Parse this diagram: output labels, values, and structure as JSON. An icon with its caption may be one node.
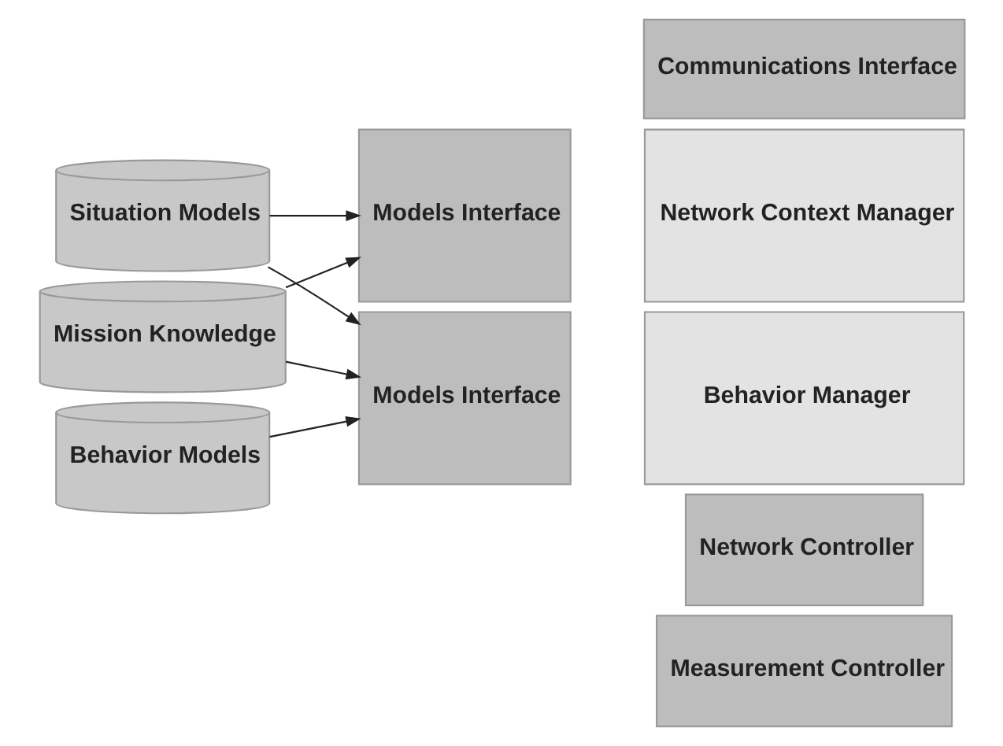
{
  "diagram": {
    "nodes": [
      {
        "text": [
          "Situation Models"
        ]
      },
      {
        "text": [
          "Mission Knowledge"
        ]
      },
      {
        "text": [
          "Behavior Models"
        ]
      },
      {
        "text": [
          "Communications Interface"
        ]
      },
      {
        "text": [
          "Models Interface"
        ]
      },
      {
        "text": [
          "Network Context Manager"
        ]
      },
      {
        "text": [
          "Models Interface"
        ]
      },
      {
        "text": [
          "Behavior Manager"
        ]
      },
      {
        "text": [
          "Network Controller"
        ]
      },
      {
        "text": [
          "Measurement Controller"
        ]
      }
    ],
    "edges": [
      {
        "from": 0,
        "to": 4,
        "arrow": "to"
      },
      {
        "from": 0,
        "to": 6,
        "arrow": "to"
      },
      {
        "from": 1,
        "to": 4,
        "arrow": "to"
      },
      {
        "from": 1,
        "to": 6,
        "arrow": "to"
      },
      {
        "from": 2,
        "to": 6,
        "arrow": "to"
      }
    ]
  }
}
